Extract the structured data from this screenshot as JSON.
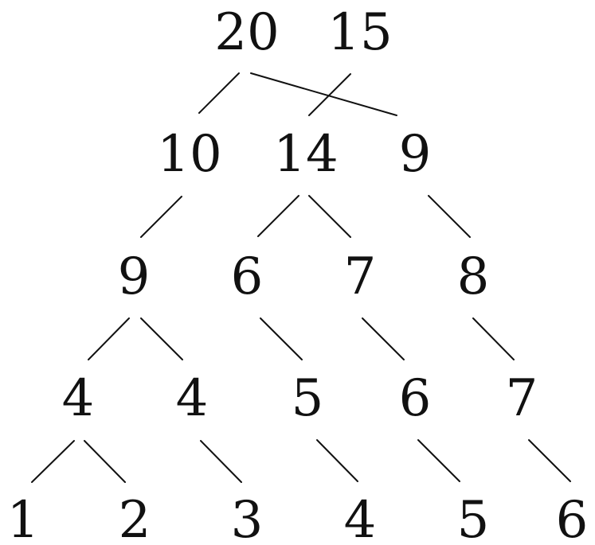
{
  "rows": [
    {
      "labels": [
        "20",
        "15"
      ]
    },
    {
      "labels": [
        "10",
        "14",
        "9"
      ]
    },
    {
      "labels": [
        "9",
        "6",
        "7",
        "8"
      ]
    },
    {
      "labels": [
        "4",
        "4",
        "5",
        "6",
        "7"
      ]
    },
    {
      "labels": [
        "1",
        "2",
        "3",
        "4",
        "5",
        "6"
      ]
    }
  ],
  "colors": {
    "ink": "#111111",
    "background": "#ffffff"
  }
}
